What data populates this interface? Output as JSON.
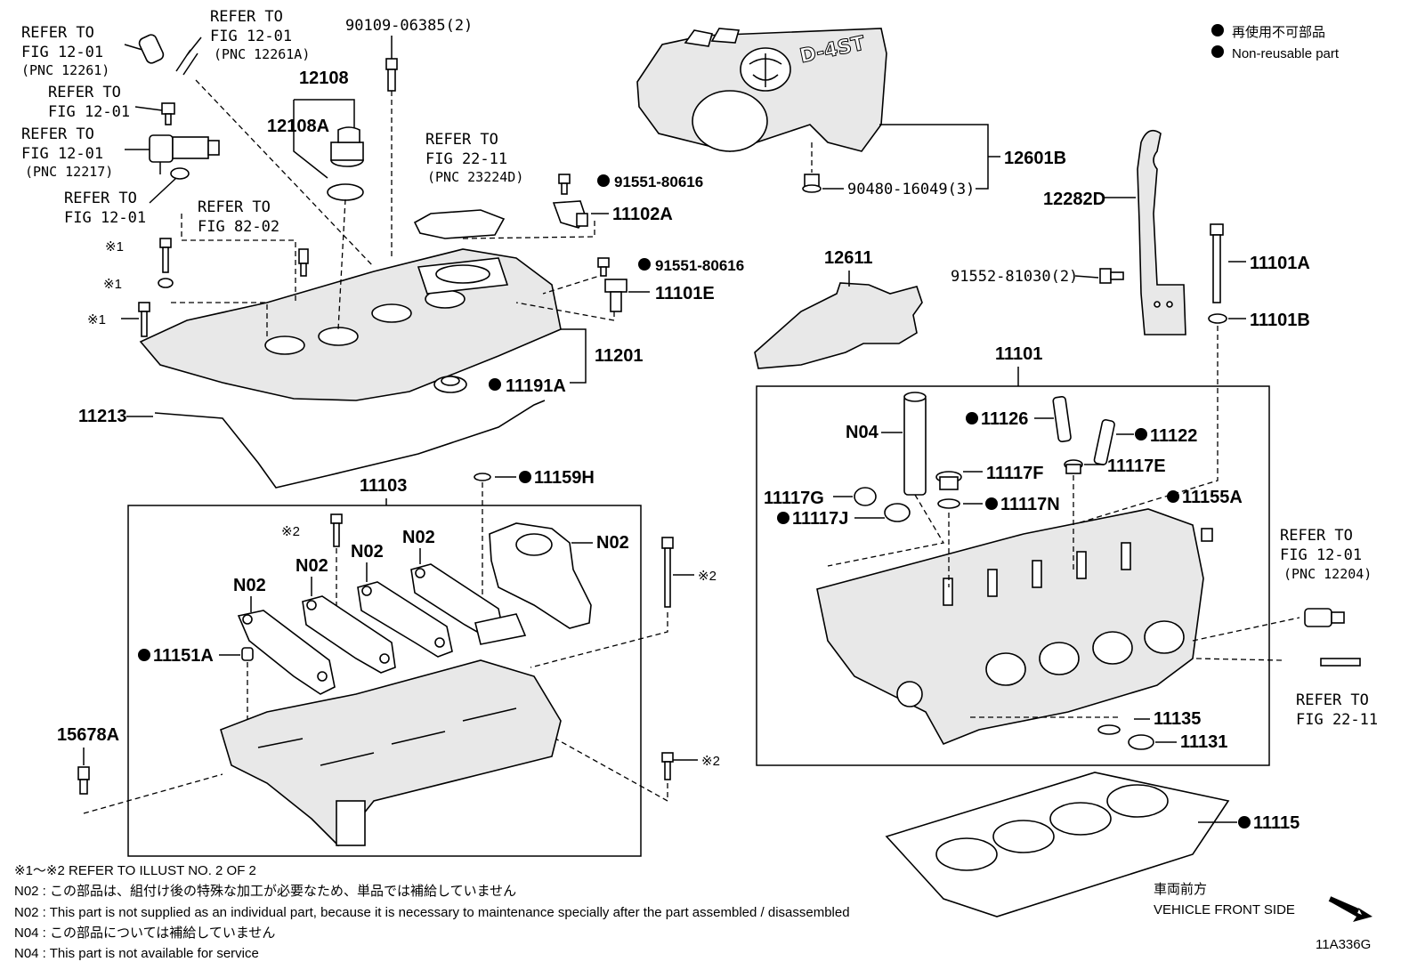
{
  "legend": {
    "jp": "再使用不可部品",
    "en": "Non-reusable part"
  },
  "refs": {
    "r1": [
      "REFER TO",
      "FIG 12-01",
      "(PNC 12261)"
    ],
    "r2": [
      "REFER TO",
      "FIG 12-01",
      "(PNC 12261A)"
    ],
    "r3": [
      "REFER TO",
      "FIG 12-01"
    ],
    "r4": [
      "REFER TO",
      "FIG 12-01",
      "(PNC 12217)"
    ],
    "r5": [
      "REFER TO",
      "FIG 12-01"
    ],
    "r6": [
      "REFER TO",
      "FIG 82-02"
    ],
    "r7": [
      "REFER TO",
      "FIG 22-11",
      "(PNC 23224D)"
    ],
    "r8": [
      "REFER TO",
      "FIG 12-01",
      "(PNC 12204)"
    ],
    "r9": [
      "REFER TO",
      "FIG 22-11"
    ]
  },
  "parts": {
    "p90109": "90109-06385(2)",
    "p12108": "12108",
    "p12108A": "12108A",
    "p91551a": "91551-80616",
    "p11102A": "11102A",
    "p91551b": "91551-80616",
    "p11101E": "11101E",
    "p11201": "11201",
    "p11191A": "11191A",
    "p11213": "11213",
    "p12601B": "12601B",
    "p90480": "90480-16049(3)",
    "p12282D": "12282D",
    "p12611": "12611",
    "p91552": "91552-81030(2)",
    "p11101A": "11101A",
    "p11101B": "11101B",
    "p11101": "11101",
    "pN04": "N04",
    "p11126": "11126",
    "p11122": "11122",
    "p11117F": "11117F",
    "p11117E": "11117E",
    "p11117G": "11117G",
    "p11117N": "11117N",
    "p11117J": "11117J",
    "p11155A": "11155A",
    "p11135": "11135",
    "p11131": "11131",
    "p11115": "11115",
    "p11103": "11103",
    "p11159H": "11159H",
    "p11151A": "11151A",
    "p15678A": "15678A",
    "pN02a": "N02",
    "pN02b": "N02",
    "pN02c": "N02",
    "pN02d": "N02",
    "pN02e": "N02",
    "mark1a": "※1",
    "mark1b": "※1",
    "mark1c": "※1",
    "mark2a": "※2",
    "mark2b": "※2",
    "mark2c": "※2"
  },
  "logo": {
    "text": "D-4ST"
  },
  "notes": [
    "※1～※2  REFER TO ILLUST NO. 2 OF 2",
    "N02 : この部品は、組付け後の特殊な加工が必要なため、単品では補給していません",
    "N02 : This part is not supplied as an individual part, because it is necessary to maintenance specially after the part assembled / disassembled",
    "N04 : この部品については補給していません",
    "N04 : This part is not available for service"
  ],
  "front": {
    "jp": "車両前方",
    "en": "VEHICLE FRONT SIDE"
  },
  "illust_id": "11A336G"
}
